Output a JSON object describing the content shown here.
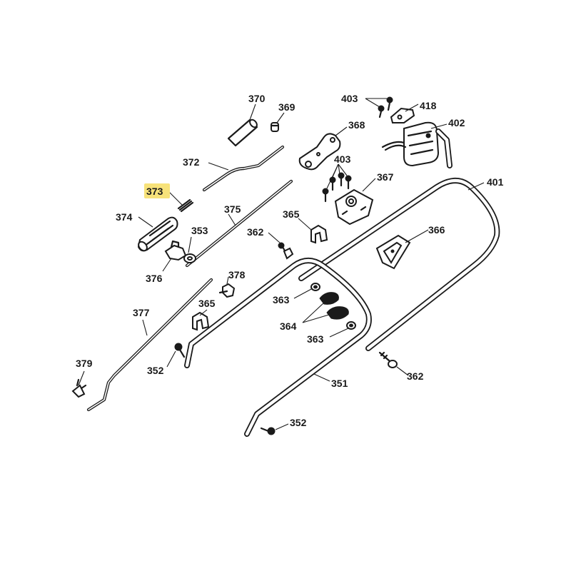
{
  "labels": {
    "p370": "370",
    "p369": "369",
    "p403a": "403",
    "p418": "418",
    "p402": "402",
    "p368": "368",
    "p372": "372",
    "p403b": "403",
    "p367": "367",
    "p401": "401",
    "p373": "373",
    "p374": "374",
    "p375": "375",
    "p365a": "365",
    "p353": "353",
    "p362a": "362",
    "p366": "366",
    "p376": "376",
    "p378": "378",
    "p363a": "363",
    "p377": "377",
    "p365b": "365",
    "p364": "364",
    "p363b": "363",
    "p379": "379",
    "p352a": "352",
    "p362b": "362",
    "p351": "351",
    "p352b": "352"
  },
  "highlighted_part": "373",
  "colors": {
    "highlight": "#f7e27a",
    "ink": "#1a1a1a",
    "background": "#ffffff"
  }
}
